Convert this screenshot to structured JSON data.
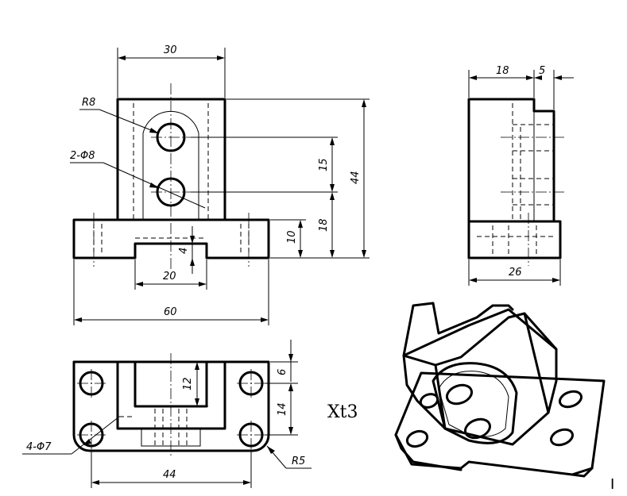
{
  "front_view": {
    "dims": {
      "top_width": "30",
      "radius": "R8",
      "holes": "2-Φ8",
      "hole_spacing": "15",
      "total_height": "44",
      "hole_height": "18",
      "base_height": "10",
      "slot_depth": "4",
      "slot_width": "20",
      "overall_width": "60"
    }
  },
  "side_view": {
    "dims": {
      "upright_depth": "18",
      "boss": "5",
      "base_depth": "26"
    }
  },
  "top_view": {
    "dims": {
      "slot_depth": "12",
      "hole_offset": "6",
      "hole_spacing_y": "14",
      "corner_holes": "4-Φ7",
      "hole_spacing_x": "44",
      "corner_radius": "R5"
    }
  },
  "label": "Xt3",
  "corner_mark": "I"
}
